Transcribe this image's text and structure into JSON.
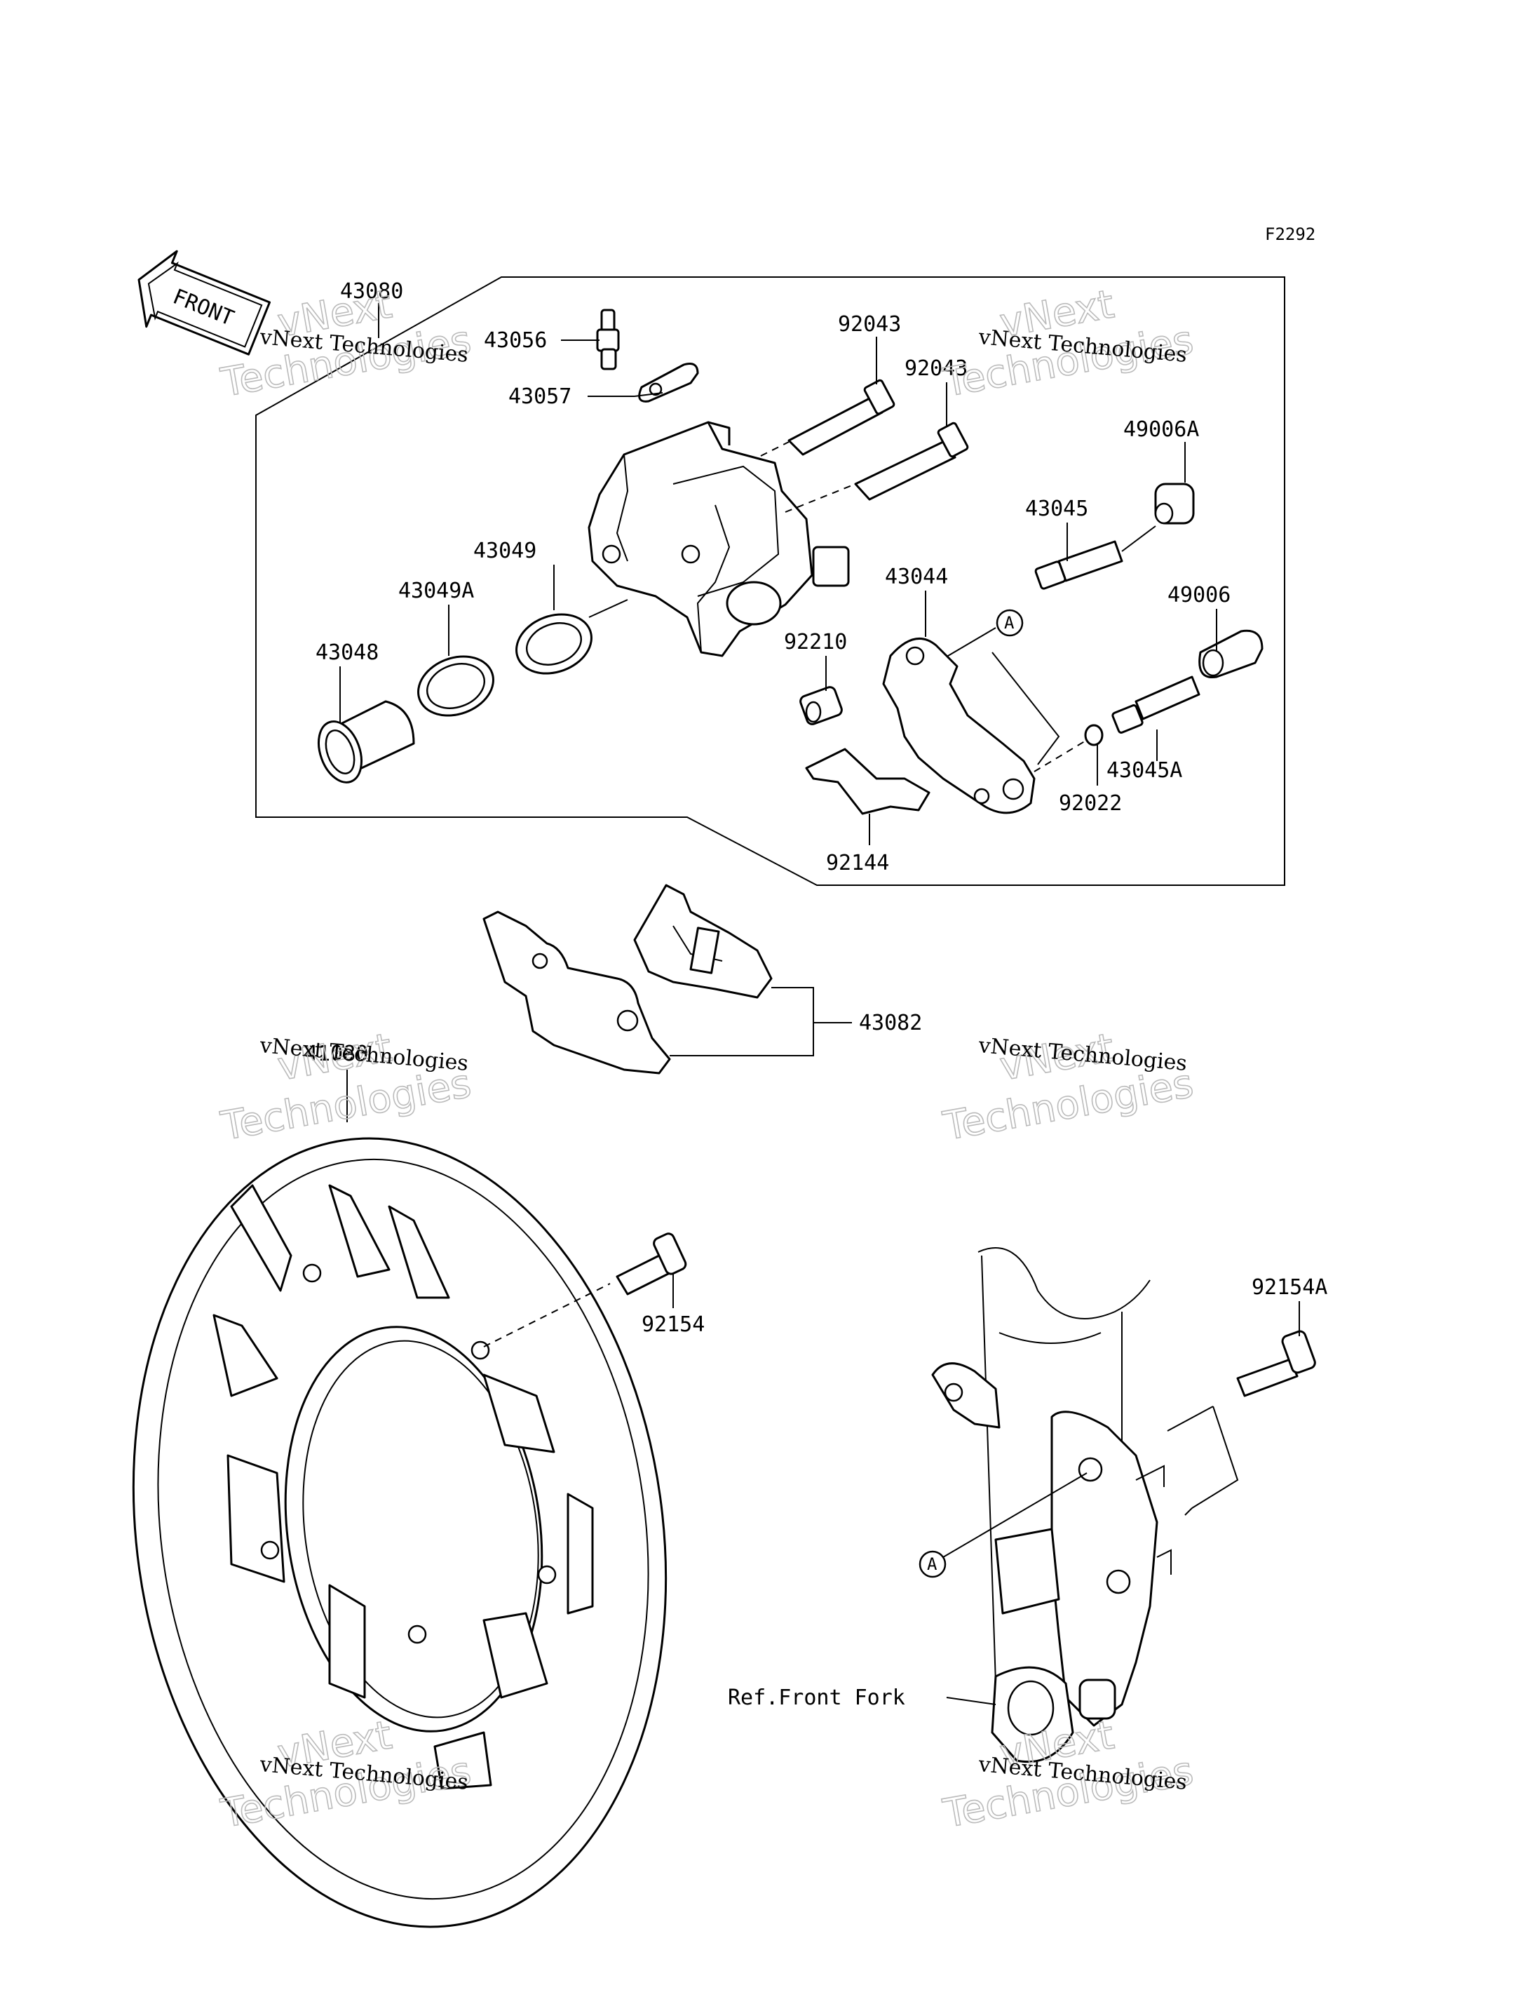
{
  "figure_code": "F2292",
  "front_label": "FRONT",
  "part_numbers": {
    "p43080": "43080",
    "p43056": "43056",
    "p43057": "43057",
    "p92043a": "92043",
    "p92043b": "92043",
    "p49006A": "49006A",
    "p43045": "43045",
    "p43049": "43049",
    "p43044": "43044",
    "p49006": "49006",
    "p43049A": "43049A",
    "p92210": "92210",
    "p43048": "43048",
    "p43045A": "43045A",
    "p92022": "92022",
    "p92144": "92144",
    "p43082": "43082",
    "p41080": "41080",
    "p92154": "92154",
    "p92154A": "92154A"
  },
  "reference_labels": {
    "front_fork": "Ref.Front Fork",
    "marker_a1": "A",
    "marker_a2": "A"
  },
  "watermark": {
    "line1": "vNext Technologies",
    "big_line1": "vNext",
    "big_line2": "Technologies"
  },
  "colors": {
    "ink": "#000000",
    "watermark": "#bbbbbb",
    "background": "#ffffff"
  }
}
